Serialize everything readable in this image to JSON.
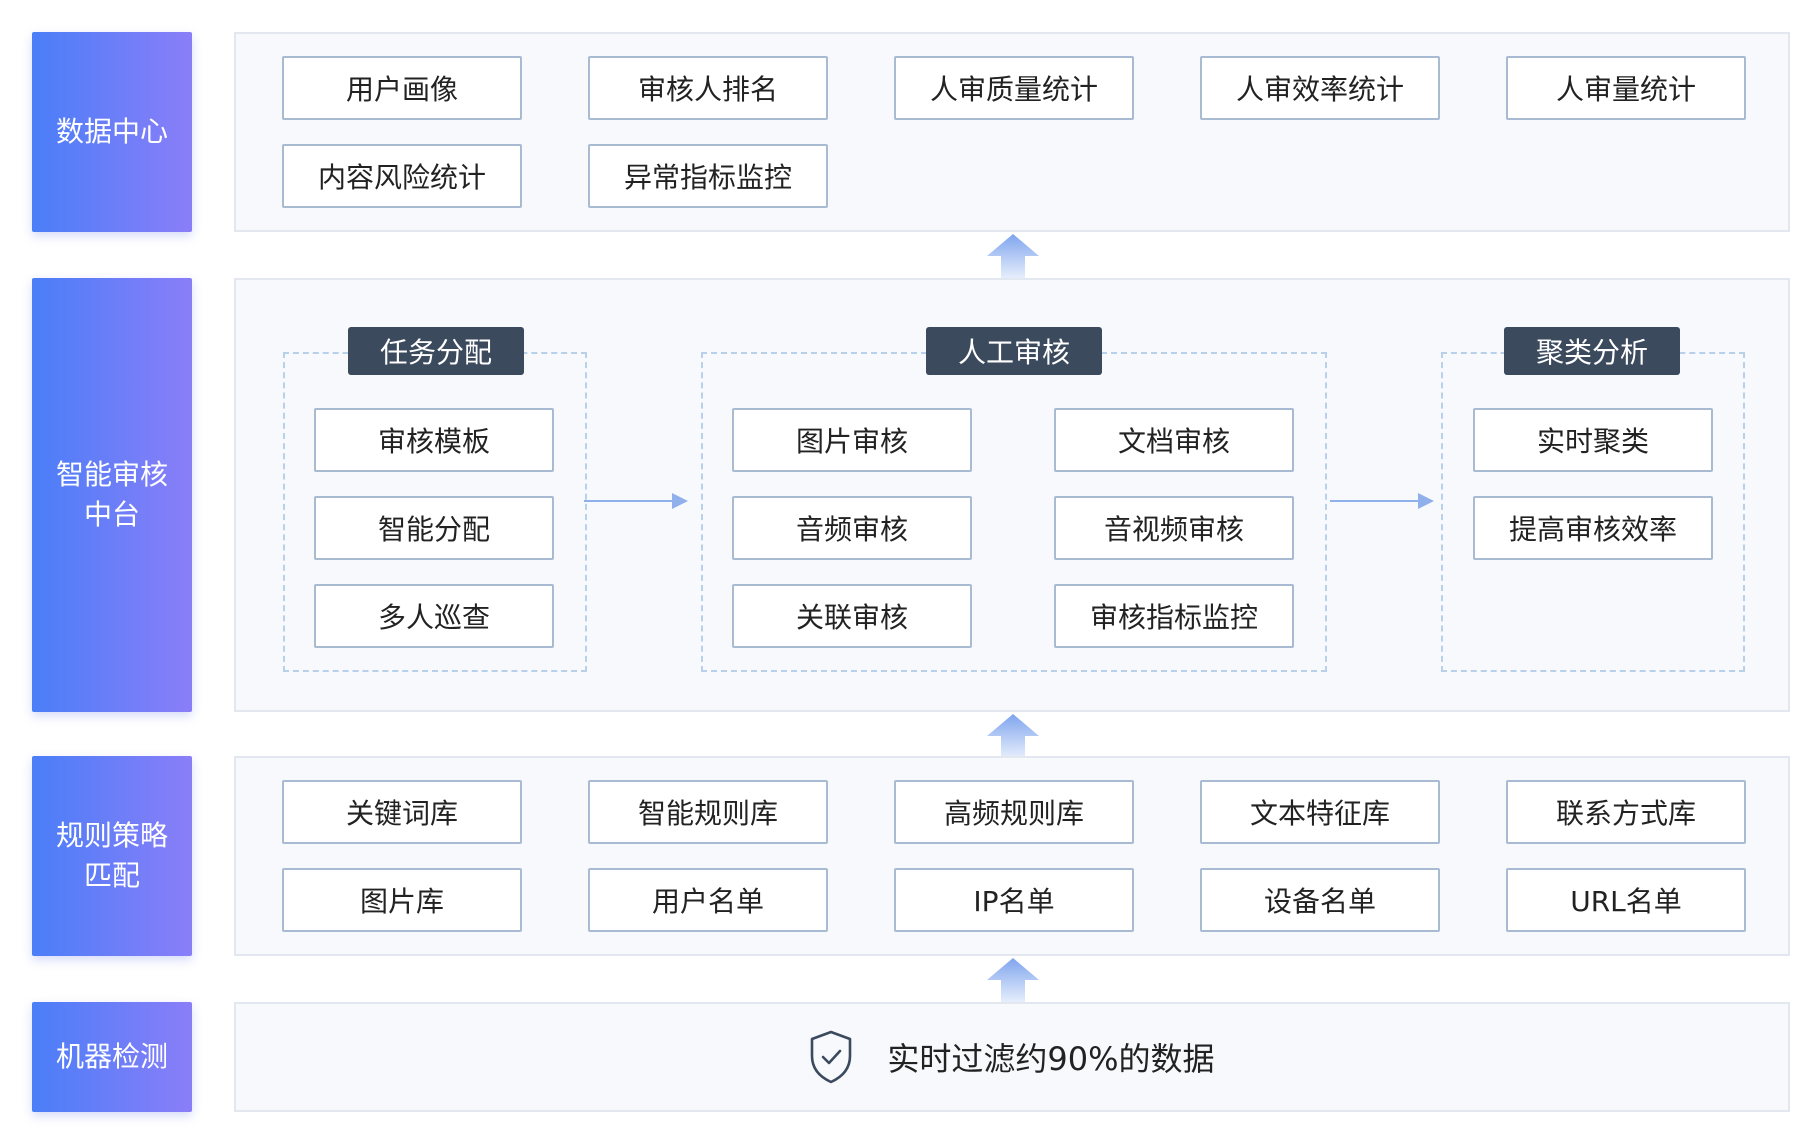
{
  "rows": {
    "data_center": {
      "label": "数据中心",
      "items": [
        "用户画像",
        "审核人排名",
        "人审质量统计",
        "人审效率统计",
        "人审量统计",
        "内容风险统计",
        "异常指标监控"
      ]
    },
    "audit_platform": {
      "label_line1": "智能审核",
      "label_line2": "中台",
      "groups": [
        {
          "title": "任务分配",
          "items": [
            "审核模板",
            "智能分配",
            "多人巡查"
          ]
        },
        {
          "title": "人工审核",
          "items": [
            "图片审核",
            "文档审核",
            "音频审核",
            "音视频审核",
            "关联审核",
            "审核指标监控"
          ]
        },
        {
          "title": "聚类分析",
          "items": [
            "实时聚类",
            "提高审核效率"
          ]
        }
      ]
    },
    "rule_matching": {
      "label_line1": "规则策略",
      "label_line2": "匹配",
      "items": [
        "关键词库",
        "智能规则库",
        "高频规则库",
        "文本特征库",
        "联系方式库",
        "图片库",
        "用户名单",
        "IP名单",
        "设备名单",
        "URL名单"
      ]
    },
    "machine_detection": {
      "label": "机器检测",
      "text": "实时过滤约90%的数据",
      "icon": "shield-check-icon"
    }
  },
  "colors": {
    "label_gradient_start": "#4a7ef8",
    "label_gradient_end": "#8a7ef8",
    "panel_bg": "#f7f9fd",
    "chip_border": "#a9bad3",
    "group_title_bg": "#3c4a5e",
    "arrow": "#8fb0ea"
  }
}
